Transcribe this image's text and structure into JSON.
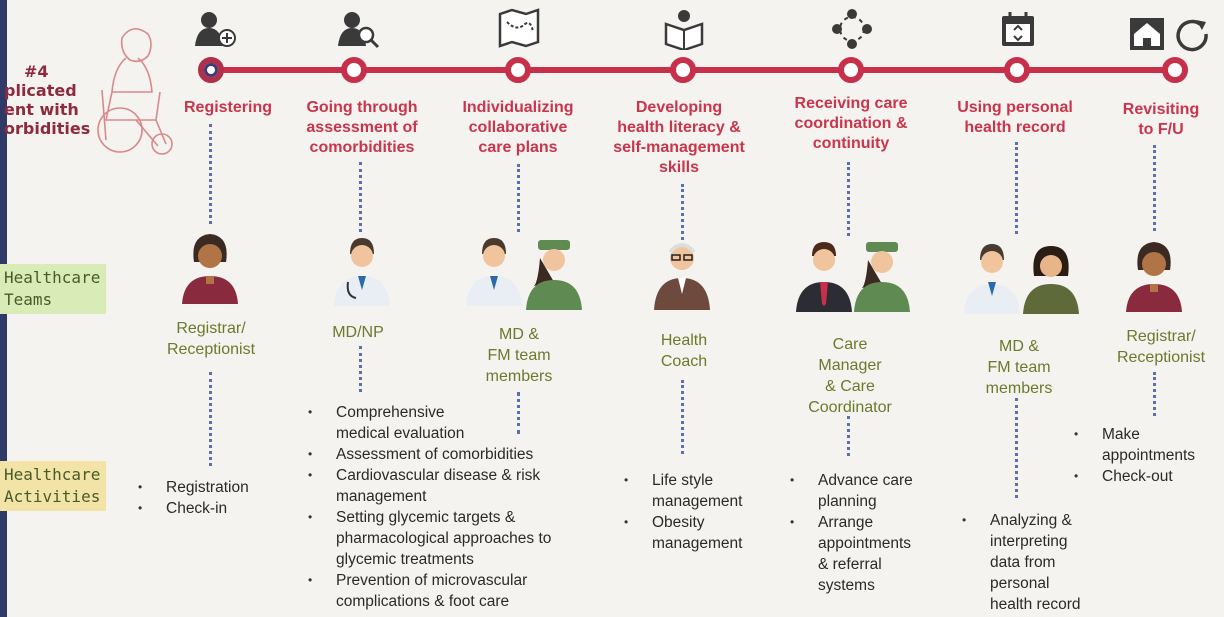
{
  "header": {
    "lines": [
      "#4",
      "plicated",
      "ent with",
      "orbidities"
    ]
  },
  "side_tags": {
    "teams": "Healthcare\nTeams",
    "activities": "Healthcare\nActivities"
  },
  "colors": {
    "accent": "#c6304a",
    "dots": "#5b6fb2",
    "team_text": "#6b7a2c"
  },
  "stages": [
    {
      "icon": "person-add-icon",
      "label": "Registering",
      "team": "Registrar/\nReceptionist",
      "team_figures": [
        "receptionist-icon"
      ],
      "activities": [
        "Registration",
        "Check-in"
      ]
    },
    {
      "icon": "person-search-icon",
      "label": "Going through\nassessment of\ncomorbidities",
      "team": "MD/NP",
      "team_figures": [
        "doctor-icon"
      ],
      "activities": [
        "Comprehensive\nmedical evaluation",
        "Assessment of comorbidities",
        "Cardiovascular disease & risk\nmanagement",
        "Setting glycemic targets &\npharmacological approaches to\nglycemic treatments",
        "Prevention of microvascular\ncomplications & foot care"
      ]
    },
    {
      "icon": "map-plan-icon",
      "label": "Individualizing\ncollaborative\ncare plans",
      "team": "MD &\nFM team\nmembers",
      "team_figures": [
        "doctor-icon",
        "nurse-icon"
      ],
      "activities": []
    },
    {
      "icon": "book-reader-icon",
      "label": "Developing\nhealth literacy &\nself-management\nskills",
      "team": "Health\nCoach",
      "team_figures": [
        "coach-icon"
      ],
      "activities": [
        "Life style\nmanagement",
        "Obesity\nmanagement"
      ]
    },
    {
      "icon": "care-network-icon",
      "label": "Receiving care\ncoordination &\ncontinuity",
      "team": "Care\nManager\n& Care\nCoordinator",
      "team_figures": [
        "manager-icon",
        "nurse-icon"
      ],
      "activities": [
        "Advance care\nplanning",
        "Arrange\nappointments\n&  referral\nsystems"
      ]
    },
    {
      "icon": "calendar-icon",
      "label": "Using personal\nhealth record",
      "team": "MD &\nFM team\nmembers",
      "team_figures": [
        "doctor-icon",
        "staff-woman-icon"
      ],
      "activities": [
        "Analyzing &\ninterpreting\ndata from\npersonal\nhealth record"
      ]
    },
    {
      "icon": "home-revisit-icon",
      "label": "Revisiting\nto F/U",
      "team": "Registrar/\nReceptionist",
      "team_figures": [
        "receptionist-icon"
      ],
      "activities": [
        "Make\nappointments",
        "Check-out"
      ]
    }
  ]
}
